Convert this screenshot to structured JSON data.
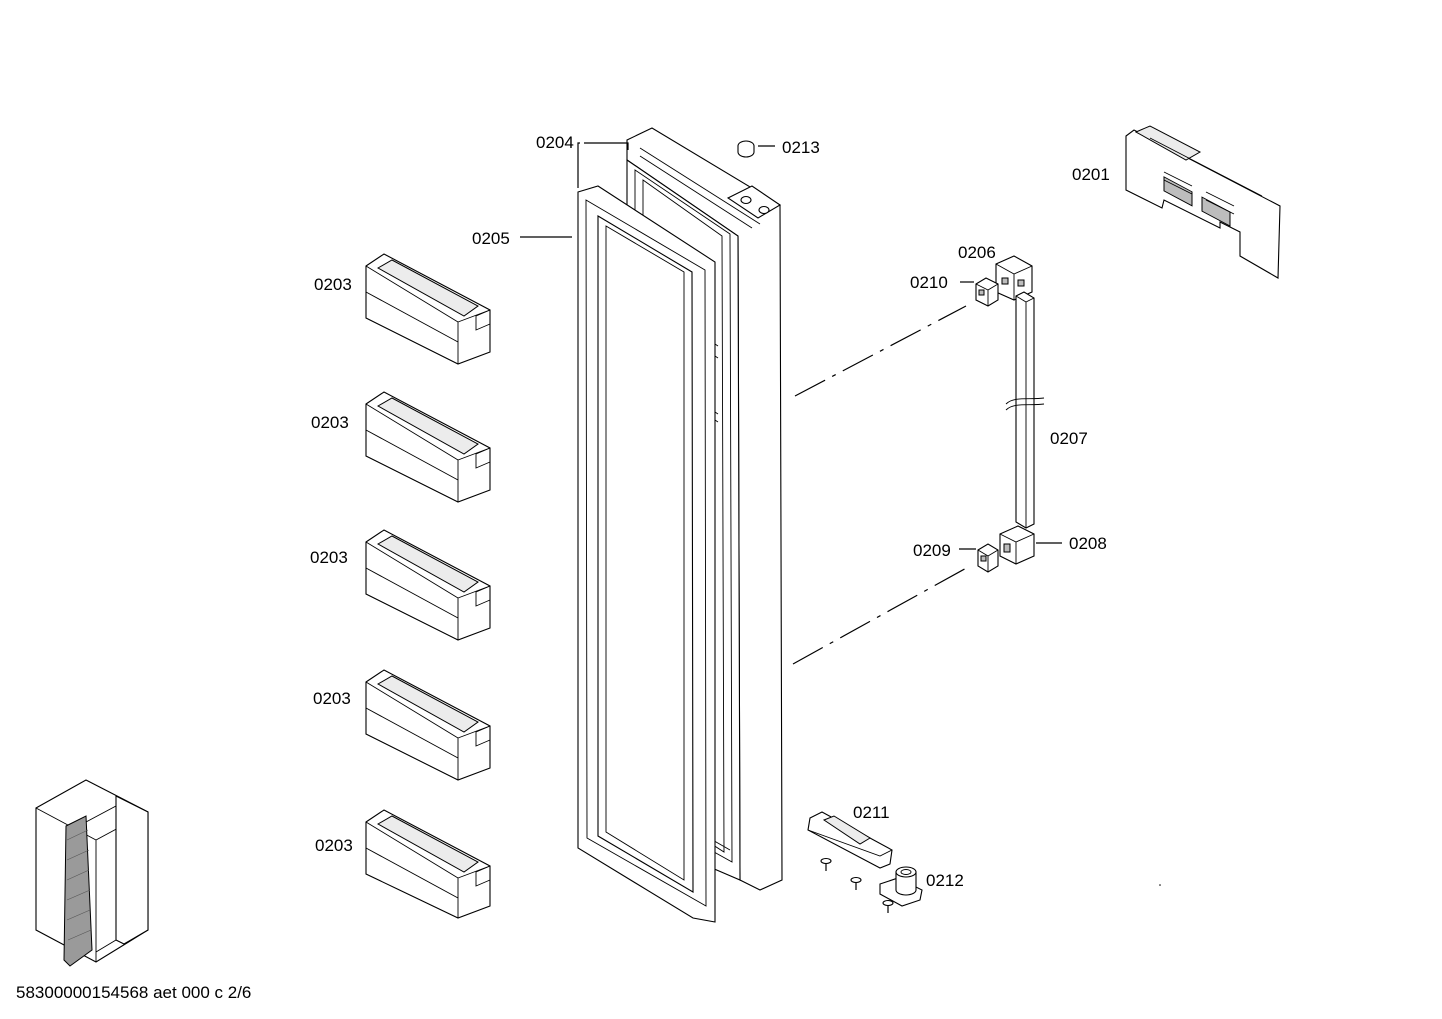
{
  "labels": {
    "p0201": "0201",
    "p0203": "0203",
    "p0204": "0204",
    "p0205": "0205",
    "p0206": "0206",
    "p0207": "0207",
    "p0208": "0208",
    "p0209": "0209",
    "p0210": "0210",
    "p0211": "0211",
    "p0212": "0212",
    "p0213": "0213"
  },
  "footer": "58300000154568 aet 000 c 2/6"
}
